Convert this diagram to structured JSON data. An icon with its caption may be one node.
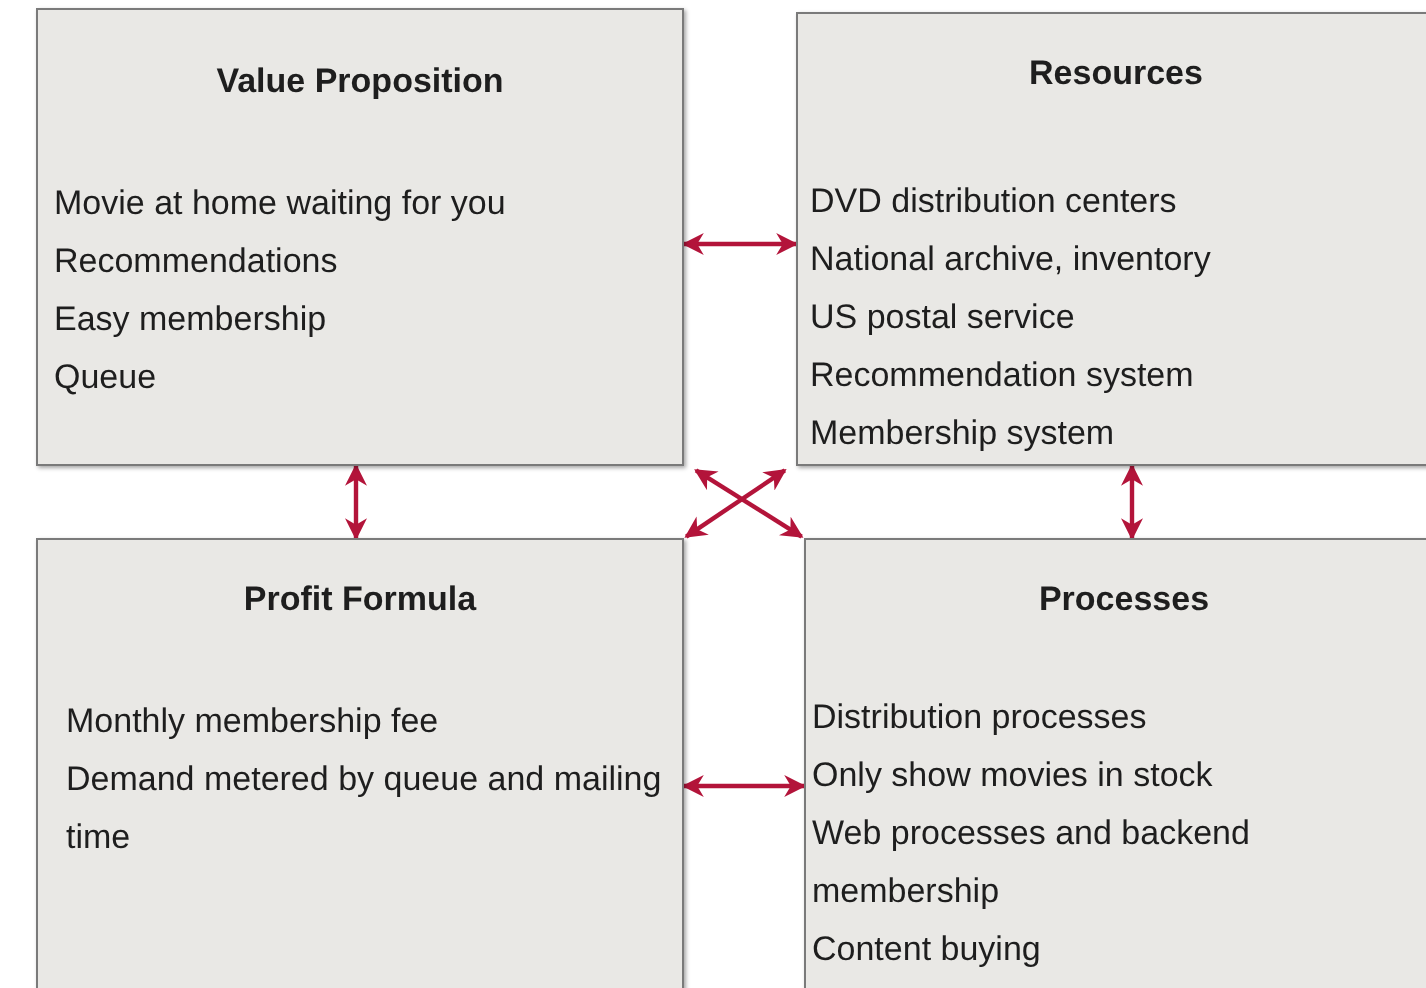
{
  "diagram": {
    "nodes": [
      {
        "text": [
          "Value Proposition",
          "Movie at home waiting for you",
          "Recommendations",
          "Easy membership",
          "Queue"
        ]
      },
      {
        "text": [
          "Resources",
          "DVD distribution centers",
          "National archive, inventory",
          "US postal service",
          "Recommendation system",
          "Membership system"
        ]
      },
      {
        "text": [
          "Profit Formula",
          "Monthly membership fee",
          "Demand metered by queue and mailing time"
        ]
      },
      {
        "text": [
          "Processes",
          "Distribution processes",
          "Only show movies in stock",
          "Web processes and backend membership",
          "Content buying"
        ]
      }
    ],
    "edges": [
      {
        "from": 0,
        "to": 1,
        "arrow": "both"
      },
      {
        "from": 0,
        "to": 2,
        "arrow": "both"
      },
      {
        "from": 1,
        "to": 3,
        "arrow": "both"
      },
      {
        "from": 1,
        "to": 2,
        "arrow": "both"
      },
      {
        "from": 0,
        "to": 3,
        "arrow": "both"
      },
      {
        "from": 2,
        "to": 3,
        "arrow": "both"
      }
    ]
  }
}
